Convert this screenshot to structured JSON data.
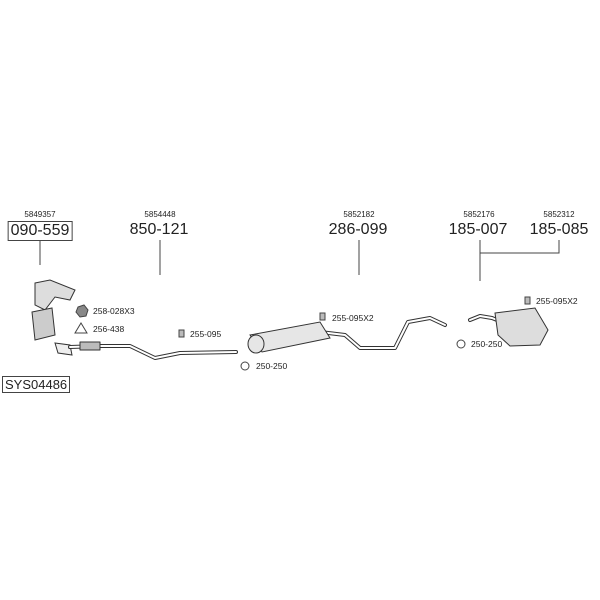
{
  "system_code": "SYS04486",
  "parts": [
    {
      "oem": "5849357",
      "number": "090-559"
    },
    {
      "oem": "5854448",
      "number": "850-121"
    },
    {
      "oem": "5852182",
      "number": "286-099"
    },
    {
      "oem": "5852176",
      "number": "185-007"
    },
    {
      "oem": "5852312",
      "number": "185-085"
    }
  ],
  "accessories": [
    {
      "label": "258-028X3",
      "icon": "nut-icon"
    },
    {
      "label": "256-438",
      "icon": "gasket-icon"
    },
    {
      "label": "255-095",
      "icon": "rubber-mount-icon"
    },
    {
      "label": "250-250",
      "icon": "clamp-icon"
    },
    {
      "label": "255-095X2",
      "icon": "rubber-mount-icon"
    },
    {
      "label": "250-250",
      "icon": "clamp-icon"
    },
    {
      "label": "255-095X2",
      "icon": "rubber-mount-icon"
    }
  ]
}
